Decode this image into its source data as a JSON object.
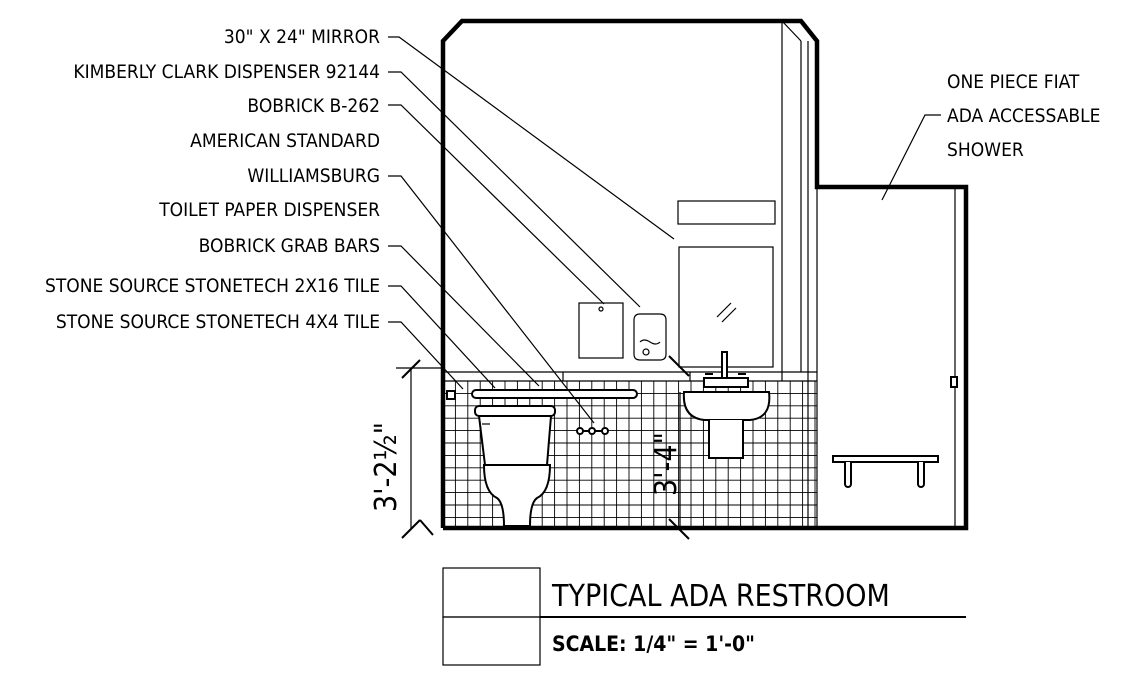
{
  "labels": {
    "left": [
      "30\" X 24\" MIRROR",
      "KIMBERLY CLARK DISPENSER 92144",
      "BOBRICK B-262",
      "AMERICAN STANDARD",
      "WILLIAMSBURG",
      "TOILET PAPER DISPENSER",
      "BOBRICK GRAB BARS",
      "STONE SOURCE STONETECH 2X16 TILE",
      "STONE SOURCE STONETECH 4X4 TILE"
    ],
    "right": [
      "ONE PIECE FIAT",
      "ADA ACCESSABLE",
      "SHOWER"
    ]
  },
  "dimensions": {
    "left_height": "3'-2½\"",
    "sink_height": "3'-4\""
  },
  "title_block": {
    "title": "TYPICAL ADA RESTROOM",
    "scale": "SCALE:  1/4\" = 1'-0\""
  }
}
